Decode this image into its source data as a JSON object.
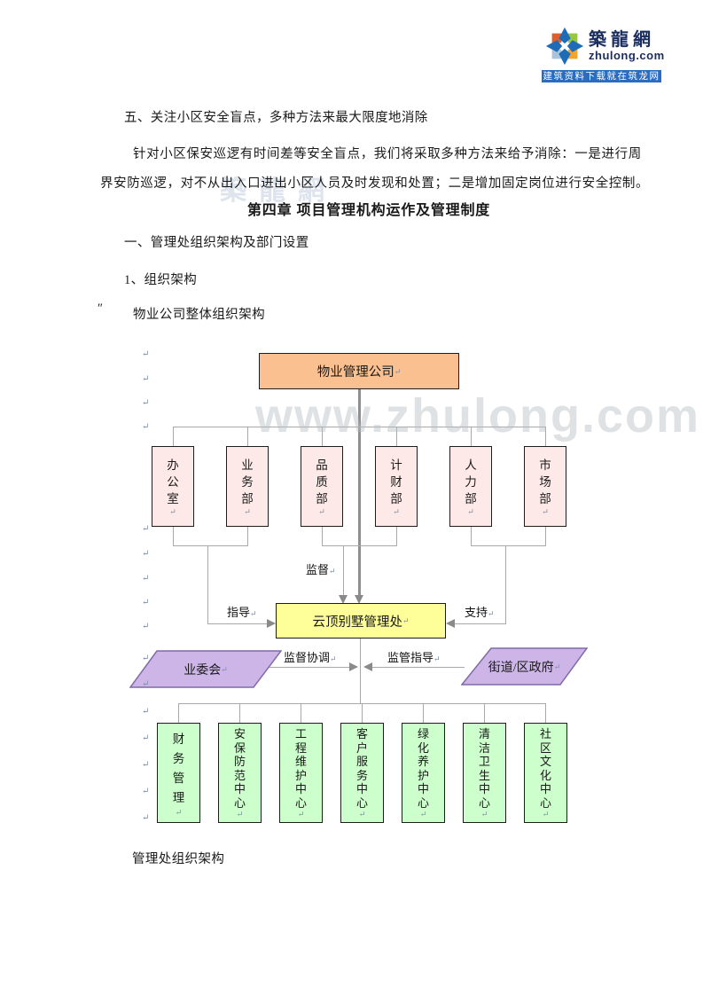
{
  "header": {
    "logo": {
      "site_name": "築龍網",
      "domain": "zhulong.com",
      "tagline": "建筑资料下载就在筑龙网",
      "icon": "pinwheel-cube-icon",
      "banner_color": "#2b6bc0",
      "text_color": "#1b2c5e"
    }
  },
  "watermarks": {
    "url": "www.zhulong.com",
    "brand": "築龍網"
  },
  "document": {
    "heading_five": "五、关注小区安全盲点，多种方法来最大限度地消除",
    "para_line1": "针对小区保安巡逻有时间差等安全盲点，我们将采取多种方法来给予消除：一是进行周",
    "para_line2": "界安防巡逻，对不从出入口进出小区人员及时发现和处置；二是增加固定岗位进行安全控制。",
    "chapter_title": "第四章  项目管理机构运作及管理制度",
    "section_one": "一、管理处组织架构及部门设置",
    "item_one": "1、组织架构",
    "quote_mark": "″",
    "chart_caption": "物业公司整体组织架构",
    "bottom_caption": "管理处组织架构"
  },
  "org_chart": {
    "top_box": "物业管理公司",
    "departments": [
      "办公室",
      "业务部",
      "品质部",
      "计财部",
      "人力部",
      "市场部"
    ],
    "management_office": "云顶别墅管理处",
    "owners_committee": "业委会",
    "government": "街道/区政府",
    "edge_labels": {
      "supervision": "监督",
      "guidance": "指导",
      "support": "支持",
      "supervise_coordinate": "监督协调",
      "supervise_guide": "监管指导"
    },
    "centers": [
      "财务管理",
      "安保防范中心",
      "工程维护中心",
      "客户服务中心",
      "绿化养护中心",
      "清洁卫生中心",
      "社区文化中心"
    ],
    "colors": {
      "top_fill": "#FAC090",
      "department_fill": "#FCE9E8",
      "office_fill": "#FFFF99",
      "parallelogram_fill": "#CDB5E8",
      "parallelogram_border": "#7F6BA8",
      "center_fill": "#CCFFCC",
      "line": "#A8A8A8"
    }
  },
  "marks": {
    "pilcrow": "↵"
  }
}
